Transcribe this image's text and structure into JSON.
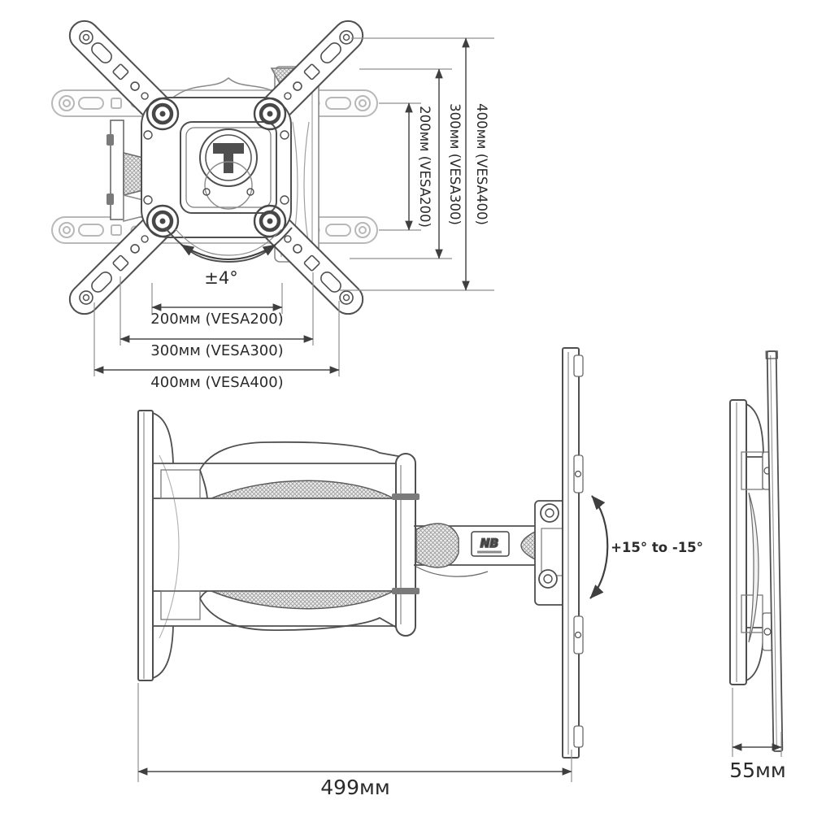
{
  "front_view": {
    "rotation_label": "±4°",
    "dims_horizontal": [
      {
        "label": "200мм (VESA200)"
      },
      {
        "label": "300мм (VESA300)"
      },
      {
        "label": "400мм (VESA400)"
      }
    ],
    "dims_vertical": [
      {
        "label": "200мм (VESA200)"
      },
      {
        "label": "300мм (VESA300)"
      },
      {
        "label": "400мм (VESA400)"
      }
    ]
  },
  "side_view": {
    "depth_label": "499мм",
    "tilt_label": "+15° to -15°",
    "logo": "NB"
  },
  "profile_view": {
    "width_label": "55мм"
  },
  "colors": {
    "line": "#4f4f4f",
    "dimension": "#4a4a4a",
    "ghost": "#b8b8b8",
    "text": "#2b2b2b",
    "background": "#ffffff"
  }
}
